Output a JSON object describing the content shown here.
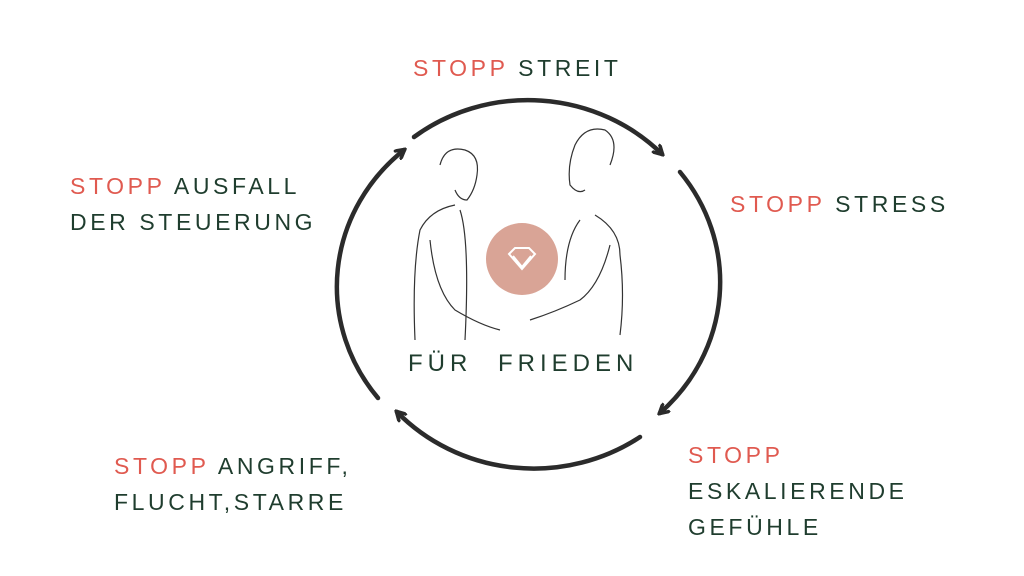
{
  "labels": {
    "top": {
      "stop": "STOPP",
      "text": "STREIT"
    },
    "right": {
      "stop": "STOPP",
      "text": "STRESS"
    },
    "bottom_right": {
      "stop": "STOPP",
      "line1": "ESKALIERENDE",
      "line2": "GEFÜHLE"
    },
    "bottom_left": {
      "stop": "STOPP",
      "line1": "ANGRIFF,",
      "line2": "FLUCHT,STARRE"
    },
    "left": {
      "stop": "STOPP",
      "line1": "AUSFALL",
      "line2": "DER STEUERUNG"
    }
  },
  "center": {
    "text": "FÜR FRIEDEN"
  },
  "colors": {
    "accent": "#e05a50",
    "text": "#1f3d2e",
    "arrow": "#2b2b2b",
    "badge": "#d9a496"
  }
}
